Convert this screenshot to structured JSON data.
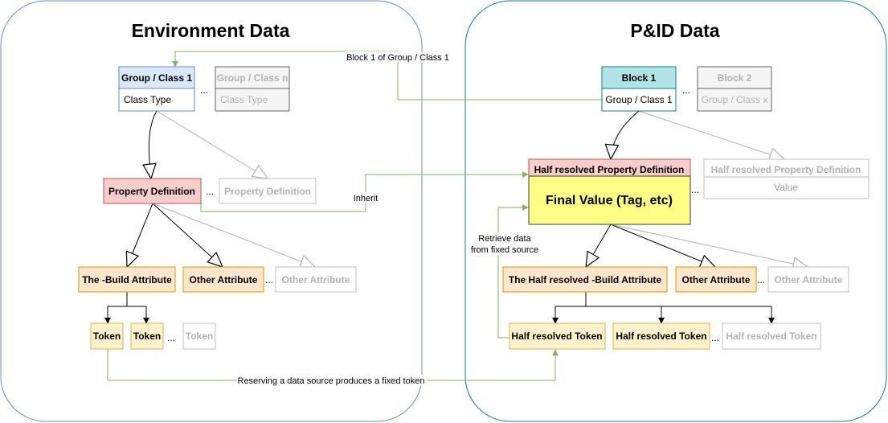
{
  "panels": {
    "left_title": "Environment Data",
    "right_title": "P&ID Data"
  },
  "env": {
    "group_header": "Group / Class 1",
    "group_body": "Class Type",
    "group_n_header": "Group / Class n",
    "group_n_body": "Class Type",
    "property": "Property Definition",
    "property_ghost": "Property Definition",
    "build_attr": "The -Build Attribute",
    "other_attr": "Other Attribute",
    "other_attr_ghost": "Other Attribute",
    "token1": "Token",
    "token2": "Token",
    "token_ghost": "Token"
  },
  "pid": {
    "block1_header": "Block 1",
    "block1_body": "Group / Class 1",
    "block2_header": "Block 2",
    "block2_body": "Group / Class x",
    "half_prop_header": "Half resolved Property Definition",
    "final_value": "Final Value (Tag, etc)",
    "half_prop_ghost_header": "Half resolved Property Definition",
    "half_prop_ghost_body": "Value",
    "half_build_attr": "The Half resolved -Build Attribute",
    "other_attr": "Other Attribute",
    "other_attr_ghost": "Other Attribute",
    "half_token1": "Half resolved Token",
    "half_token2": "Half resolved Token",
    "half_token_ghost": "Half resolved Token"
  },
  "edges": {
    "block_ref": "Block 1 of Group / Class 1",
    "inherit": "Inherit",
    "retrieve_line1": "Retrieve data",
    "retrieve_line2": "from fixed source",
    "reserving": "Reserving a data source produces a fixed token"
  },
  "ellipsis": "...",
  "colors": {
    "env_border": "#6c8ebf",
    "pid_border": "#0e8088",
    "green_edge": "#82b366",
    "blue_fill": "#dae8fc",
    "blue_stroke": "#6c8ebf",
    "red_fill": "#f8cecc",
    "red_stroke": "#b85450",
    "orange_fill": "#ffe6cc",
    "orange_stroke": "#d79b00",
    "yellow_fill": "#fff2cc",
    "yellow_stroke": "#d6b656",
    "teal_fill": "#b0e3e6",
    "teal_stroke": "#0e8088",
    "final_fill": "#ffff88",
    "final_stroke": "#36393d",
    "grey_fill": "#f5f5f5",
    "grey_stroke": "#666666",
    "ghost_stroke": "#c0c0c0",
    "ghost_text": "#b3b3b3"
  }
}
